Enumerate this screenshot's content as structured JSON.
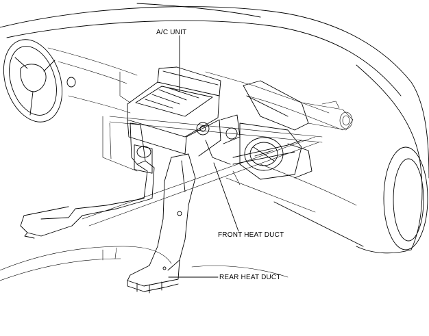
{
  "labels": {
    "ac_unit": "A/C UNIT",
    "front_heat_duct": "FRONT HEAT DUCT",
    "rear_heat_duct": "REAR HEAT DUCT"
  }
}
